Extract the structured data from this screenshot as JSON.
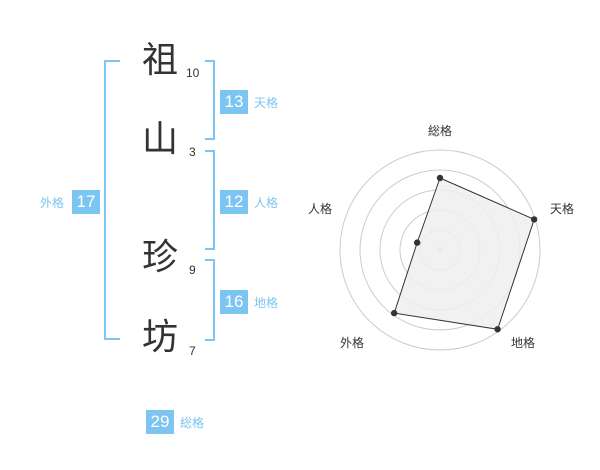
{
  "colors": {
    "accent": "#7cc5f2",
    "text": "#333333",
    "grid": "#cccccc",
    "fill": "#eeeeee",
    "outline": "#333333"
  },
  "name_chars": [
    {
      "char": "祖",
      "strokes": "10"
    },
    {
      "char": "山",
      "strokes": "3"
    },
    {
      "char": "珍",
      "strokes": "9"
    },
    {
      "char": "坊",
      "strokes": "7"
    }
  ],
  "kaku": {
    "tenkaku": {
      "value": "13",
      "label": "天格"
    },
    "jinkaku": {
      "value": "12",
      "label": "人格"
    },
    "chikaku": {
      "value": "16",
      "label": "地格"
    },
    "gaikaku": {
      "value": "17",
      "label": "外格"
    },
    "soukaku": {
      "value": "29",
      "label": "総格"
    }
  },
  "chart_data": {
    "type": "radar",
    "axes": [
      "総格",
      "天格",
      "地格",
      "外格",
      "人格"
    ],
    "values": [
      0.72,
      0.99,
      0.98,
      0.78,
      0.24
    ],
    "rings": 5,
    "grid": true
  }
}
